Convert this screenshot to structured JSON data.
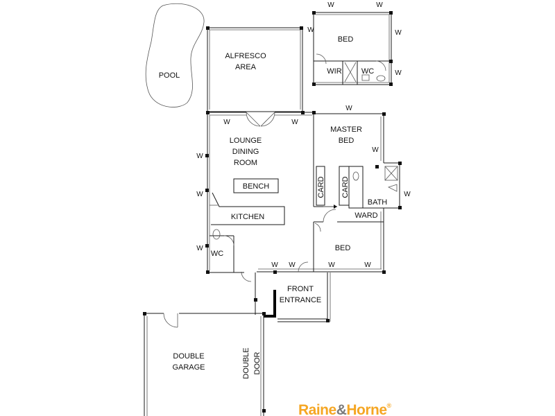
{
  "rooms": {
    "pool": "POOL",
    "alfresco_1": "ALFRESCO",
    "alfresco_2": "AREA",
    "bed_top": "BED",
    "wir": "WIR",
    "wc_top": "WC",
    "lounge_1": "LOUNGE",
    "lounge_2": "DINING",
    "lounge_3": "ROOM",
    "bench": "BENCH",
    "kitchen": "KITCHEN",
    "master_1": "MASTER",
    "master_2": "BED",
    "card_1": "CARD",
    "card_2": "CARD",
    "bath": "BATH",
    "ward": "WARD",
    "bed_mid": "BED",
    "wc_mid": "WC",
    "front_1": "FRONT",
    "front_2": "ENTRANCE",
    "garage_1": "DOUBLE",
    "garage_2": "GARAGE",
    "door_1": "DOUBLE",
    "door_2": "DOOR"
  },
  "window_label": "W",
  "logo": {
    "part1": "Raine",
    "amp": "&",
    "part2": "Horne",
    "mark": "®",
    "color_main": "#f5a623",
    "color_amp": "#7a7a7a"
  }
}
